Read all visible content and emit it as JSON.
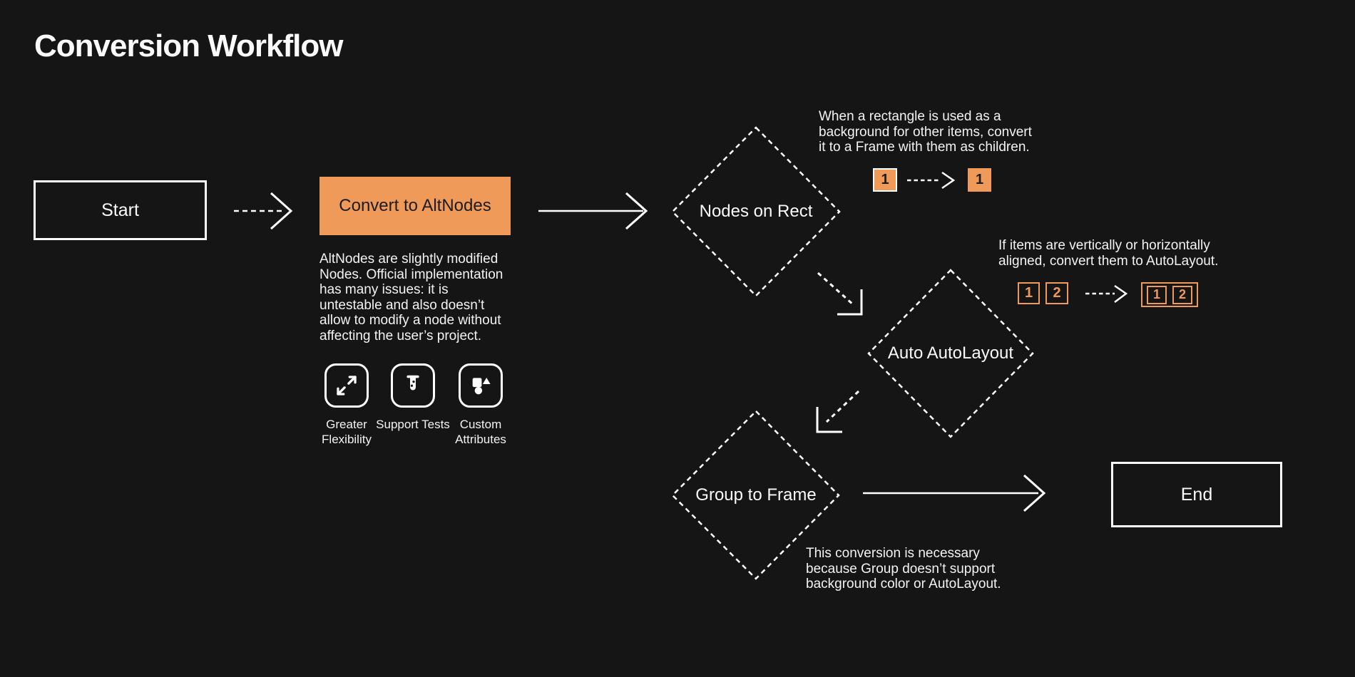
{
  "page": {
    "title": "Conversion Workflow"
  },
  "colors": {
    "background": "#151515",
    "accent": "#F09A5A",
    "stroke": "#FFFFFF",
    "text": "#F3F3F3"
  },
  "flow": {
    "start": {
      "label": "Start"
    },
    "convert": {
      "label": "Convert to AltNodes",
      "description_lines": [
        "AltNodes are slightly modified",
        "Nodes. Official implementation",
        "has many issues: it is",
        "untestable and also doesn’t",
        "allow to modify a node without",
        "affecting the user’s project."
      ],
      "features": [
        {
          "icon": "expand-icon",
          "label": "Greater Flexibility"
        },
        {
          "icon": "test-tube-icon",
          "label": "Support Tests"
        },
        {
          "icon": "shapes-icon",
          "label": "Custom Attributes"
        }
      ]
    },
    "nodes_on_rect": {
      "label": "Nodes on Rect",
      "note_lines": [
        "When a rectangle is used as a",
        "background for other items, convert",
        "it to a Frame with them as children."
      ],
      "before_badge": "1",
      "after_badge": "1"
    },
    "auto_autolayout": {
      "label": "Auto AutoLayout",
      "note_lines": [
        "If items are vertically or horizontally",
        "aligned, convert them to AutoLayout."
      ],
      "before_badges": [
        "1",
        "2"
      ],
      "after_badges": [
        "1",
        "2"
      ]
    },
    "group_to_frame": {
      "label": "Group to Frame",
      "note_lines": [
        "This conversion is necessary",
        "because Group doesn’t support",
        "background color or AutoLayout."
      ]
    },
    "end": {
      "label": "End"
    }
  }
}
